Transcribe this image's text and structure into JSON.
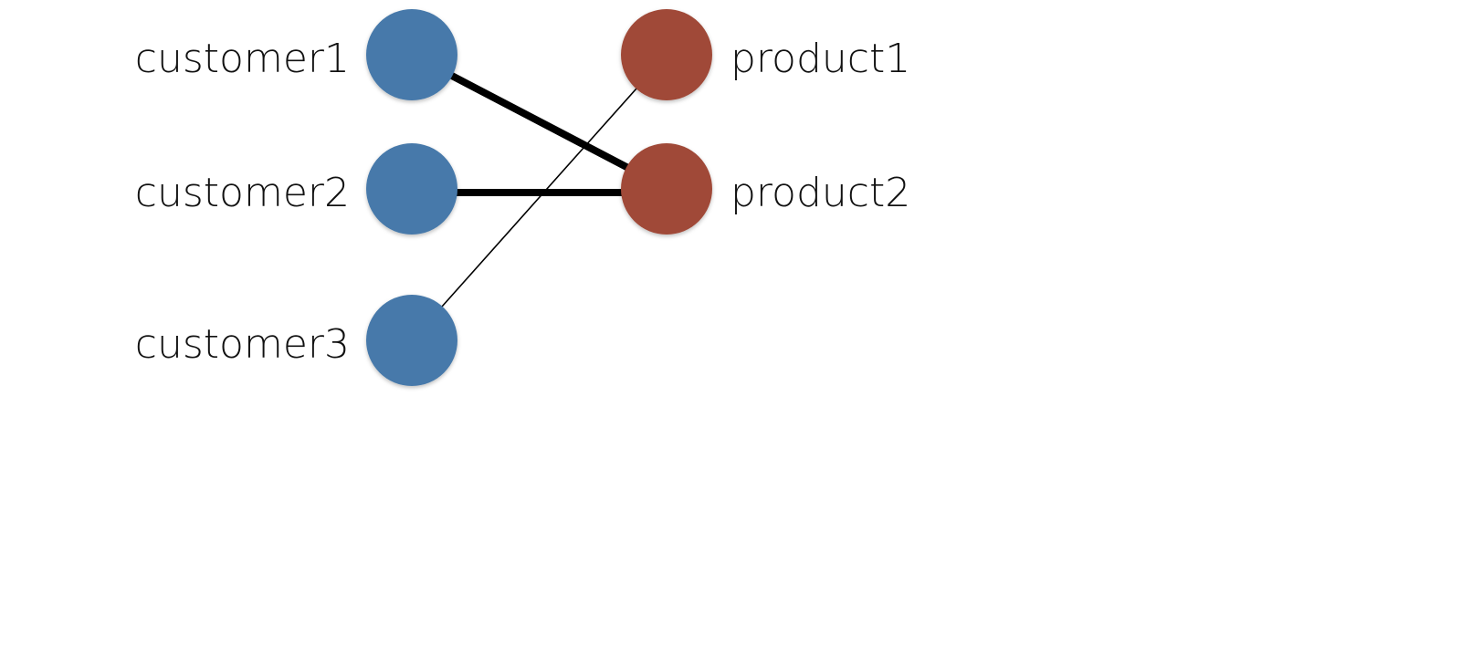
{
  "diagram": {
    "customers": [
      {
        "id": "c1",
        "label": "customer1"
      },
      {
        "id": "c2",
        "label": "customer2"
      },
      {
        "id": "c3",
        "label": "customer3"
      }
    ],
    "products": [
      {
        "id": "p1",
        "label": "product1"
      },
      {
        "id": "p2",
        "label": "product2"
      }
    ],
    "edges": [
      {
        "from": "c1",
        "to": "p2",
        "weight": "heavy"
      },
      {
        "from": "c2",
        "to": "p2",
        "weight": "heavy"
      },
      {
        "from": "c3",
        "to": "p1",
        "weight": "light"
      }
    ],
    "colors": {
      "customer": "#4679aa",
      "product": "#a04a38",
      "edge": "#000000"
    }
  }
}
